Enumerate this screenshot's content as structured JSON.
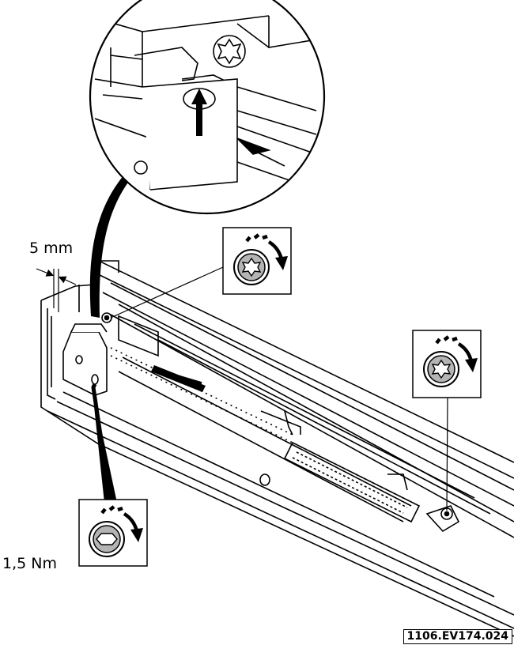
{
  "labels": {
    "gap_dimension": "5 mm",
    "torque": "1,5 Nm",
    "figure_reference": "1106.EV174.024"
  },
  "icons": {
    "callouts": [
      "torx-screw-tighten-icon",
      "torx-screw-tighten-icon",
      "hex-socket-screw-tighten-icon"
    ],
    "detail": "magnified-detail-view",
    "motion": "arrow-up-icon"
  },
  "colors": {
    "line": "#000000",
    "screw_grey": "#b4b4b4",
    "background": "#ffffff"
  }
}
